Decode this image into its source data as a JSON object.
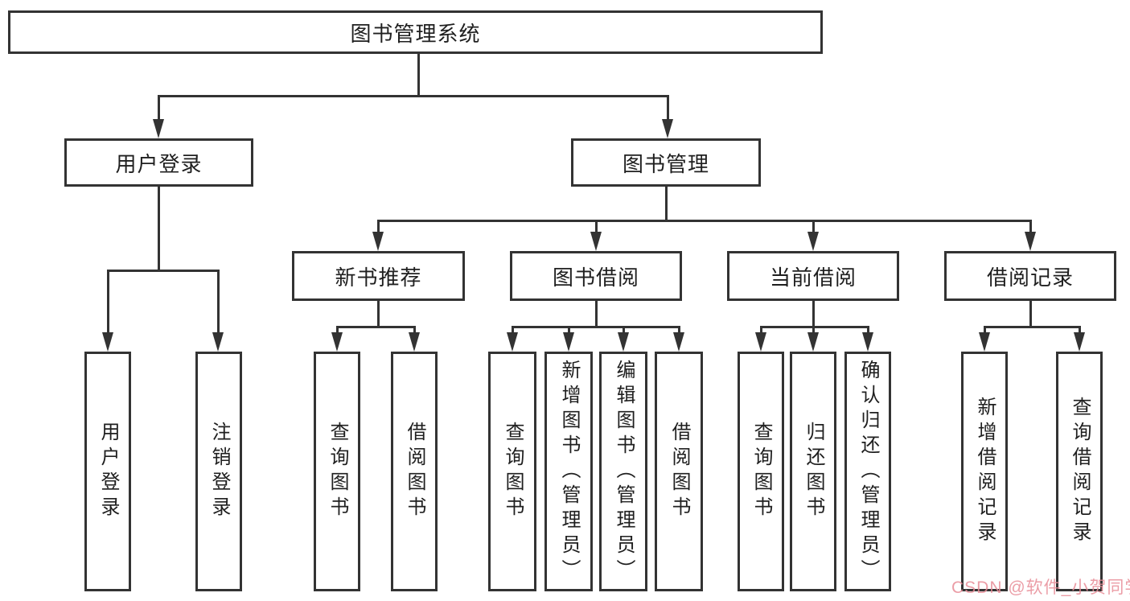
{
  "diagram": {
    "root_label": "图书管理系统",
    "user_branch": {
      "label": "用户登录",
      "children": [
        "用户登录",
        "注销登录"
      ]
    },
    "book_branch": {
      "label": "图书管理",
      "groups": [
        {
          "label": "新书推荐",
          "children": [
            "查询图书",
            "借阅图书"
          ]
        },
        {
          "label": "图书借阅",
          "children": [
            "查询图书",
            "新增图书（管理员）",
            "编辑图书（管理员）",
            "借阅图书"
          ]
        },
        {
          "label": "当前借阅",
          "children": [
            "查询图书",
            "归还图书",
            "确认归还（管理员）"
          ]
        },
        {
          "label": "借阅记录",
          "children": [
            "新增借阅记录",
            "查询借阅记录"
          ]
        }
      ]
    }
  },
  "watermark": "CSDN @软件_小贺同学",
  "colors": {
    "line": "#333333",
    "text": "#1f1f1f",
    "watermark_pink": "#e78c96",
    "background": "#ffffff"
  }
}
